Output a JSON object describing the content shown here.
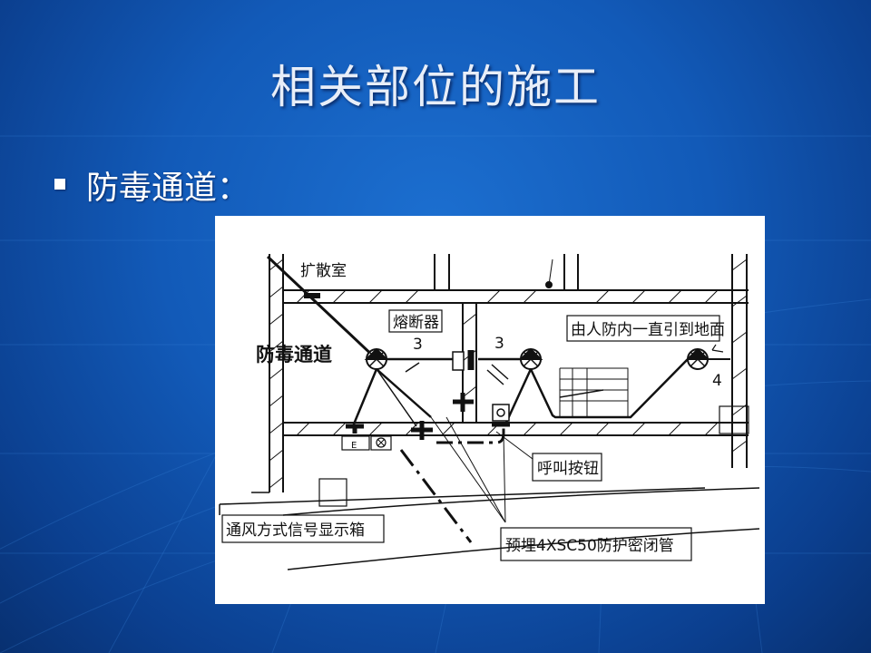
{
  "slide": {
    "title": "相关部位的施工",
    "bullet": "防毒通道："
  },
  "drawing": {
    "room_label": "防毒通道",
    "top_room": "扩散室",
    "fuse_label": "熔断器",
    "entry_note": "由人防内一直引到地面",
    "call_button": "呼叫按钮",
    "signal_box": "通风方式信号显示箱",
    "conduit_note": "预埋4XSC50防护密闭管",
    "num_3a": "3",
    "num_3b": "3",
    "num_4": "4",
    "mark_e": "E"
  },
  "colors": {
    "background": "#125ab8",
    "title": "#e8eef8",
    "drawing_bg": "#ffffff",
    "ink": "#111111"
  }
}
